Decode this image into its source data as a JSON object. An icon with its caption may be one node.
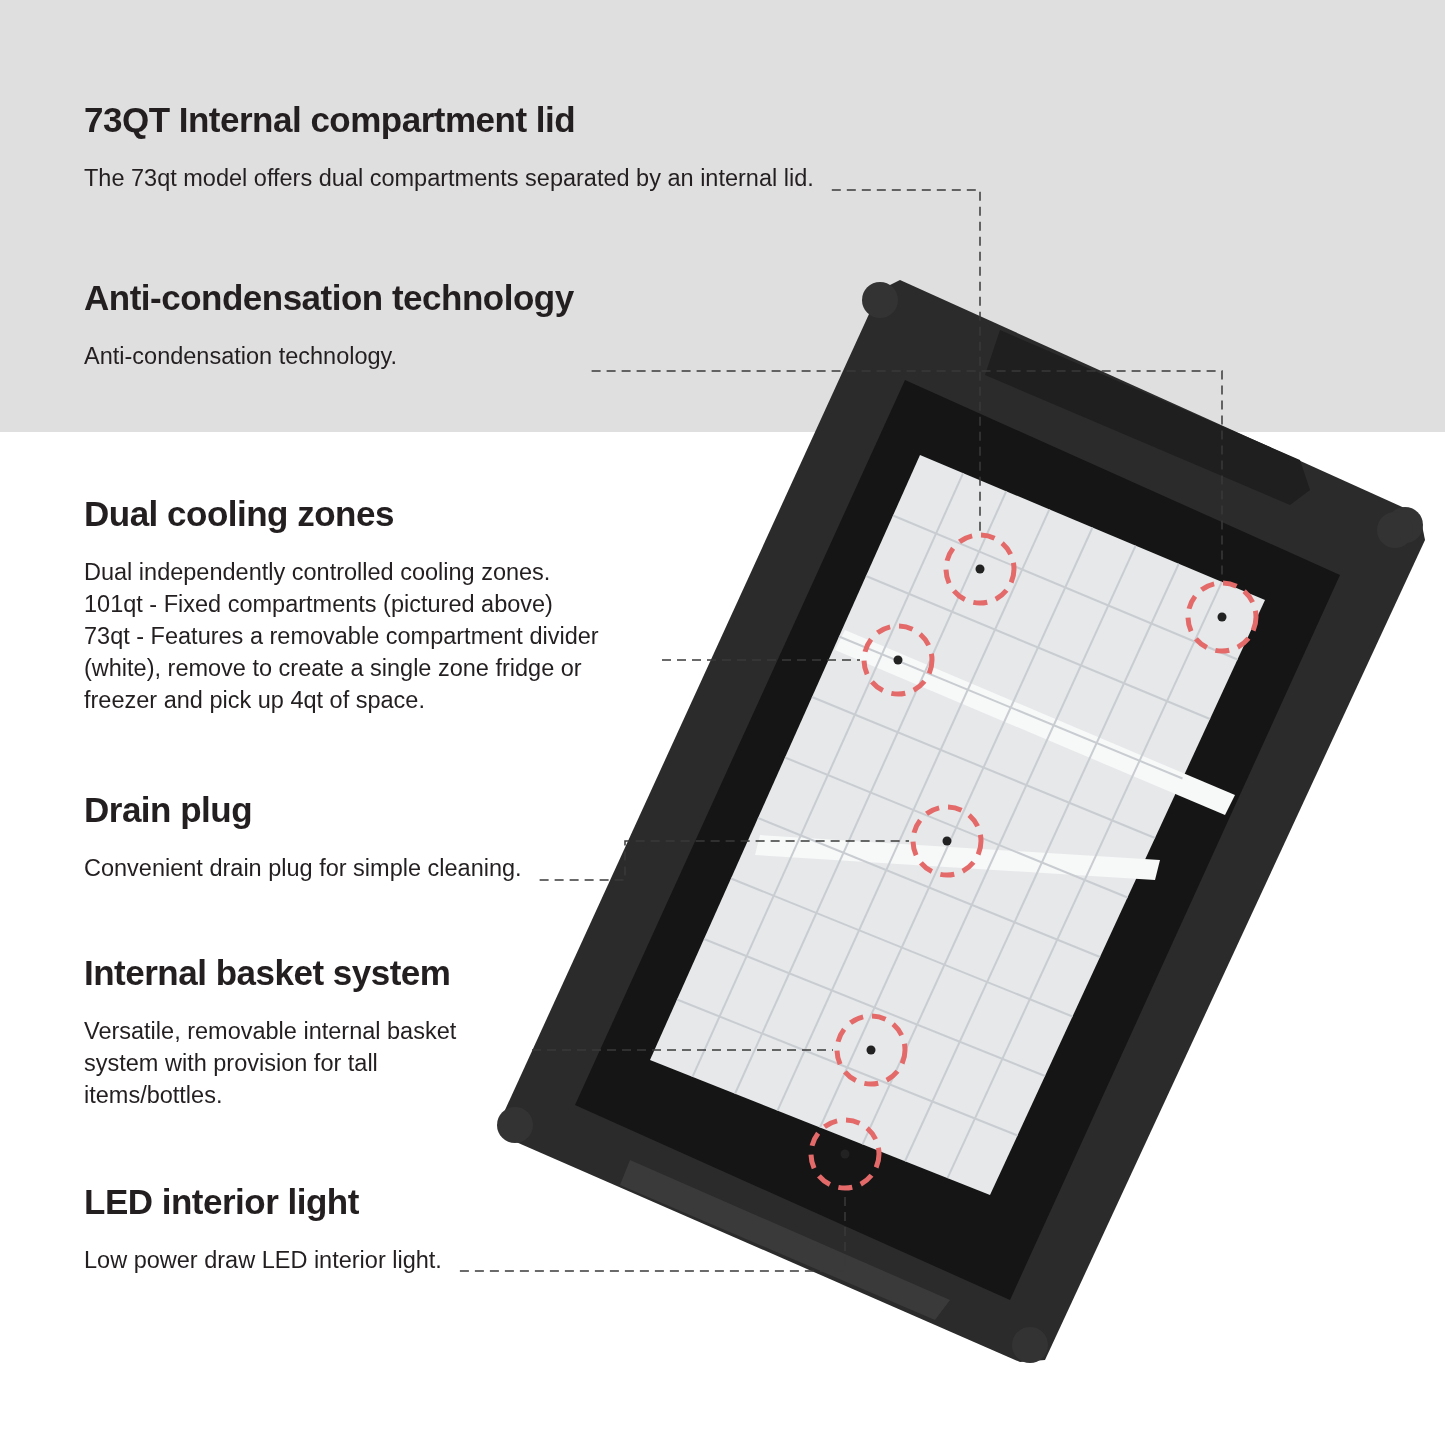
{
  "diagram": {
    "nodes": [
      {
        "text": [
          "73QT Internal compartment lid",
          "The 73qt model offers dual compartments separated by an internal lid."
        ]
      },
      {
        "text": [
          "Anti-condensation technology",
          "Anti-condensation technology."
        ]
      },
      {
        "text": [
          "Dual cooling zones",
          "Dual independently controlled cooling zones.",
          "101qt - Fixed compartments (pictured above)",
          "73qt - Features a removable compartment divider (white), remove to create a single zone fridge or freezer and pick up 4qt of space."
        ]
      },
      {
        "text": [
          "Drain plug",
          "Convenient drain plug for simple cleaning."
        ]
      },
      {
        "text": [
          "Internal basket system",
          "Versatile, removable internal basket system with provision for tall items/bottles."
        ]
      },
      {
        "text": [
          "LED interior light",
          "Low power draw LED interior light."
        ]
      },
      {
        "text": [],
        "shape": "circle"
      },
      {
        "text": [],
        "shape": "circle"
      },
      {
        "text": [],
        "shape": "circle"
      },
      {
        "text": [],
        "shape": "circle"
      },
      {
        "text": [],
        "shape": "circle"
      },
      {
        "text": [],
        "shape": "circle"
      }
    ],
    "edges": [
      {
        "from": 0,
        "to": 6,
        "arrow": "none",
        "style": "dashed"
      },
      {
        "from": 1,
        "to": 7,
        "arrow": "none",
        "style": "dashed"
      },
      {
        "from": 2,
        "to": 8,
        "arrow": "none",
        "style": "dashed"
      },
      {
        "from": 3,
        "to": 9,
        "arrow": "none",
        "style": "dashed"
      },
      {
        "from": 4,
        "to": 10,
        "arrow": "none",
        "style": "dashed"
      },
      {
        "from": 5,
        "to": 11,
        "arrow": "none",
        "style": "dashed"
      }
    ]
  }
}
